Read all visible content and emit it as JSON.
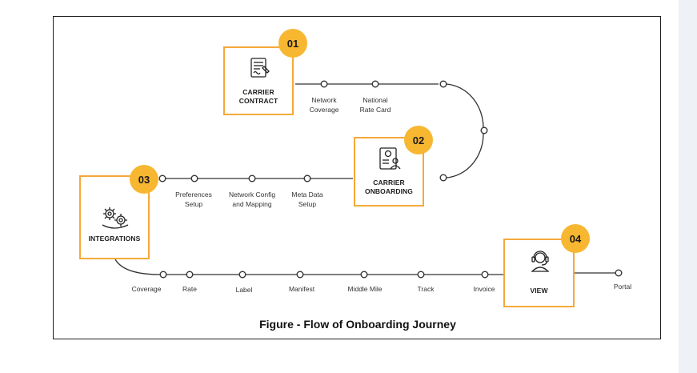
{
  "diagram": {
    "caption": "Figure - Flow of Onboarding Journey",
    "accent_color": "#f5a93a",
    "badge_color": "#f7b731",
    "stages": [
      {
        "number": "01",
        "label": "CARRIER\nCONTRACT",
        "icon": "contract-document-icon"
      },
      {
        "number": "02",
        "label": "CARRIER\nONBOARDING",
        "icon": "onboarding-form-icon"
      },
      {
        "number": "03",
        "label": "INTEGRATIONS",
        "icon": "gears-integration-icon"
      },
      {
        "number": "04",
        "label": "VIEW",
        "icon": "headset-support-icon"
      }
    ],
    "contract_steps": [
      "Network\nCoverage",
      "National\nRate Card"
    ],
    "onboarding_steps": [
      "Preferences\nSetup",
      "Network Config\nand Mapping",
      "Meta Data\nSetup"
    ],
    "integration_steps": [
      "Coverage",
      "Rate",
      "Label",
      "Manifest",
      "Middle Mile",
      "Track",
      "Invoice"
    ],
    "view_steps": [
      "Portal"
    ]
  }
}
